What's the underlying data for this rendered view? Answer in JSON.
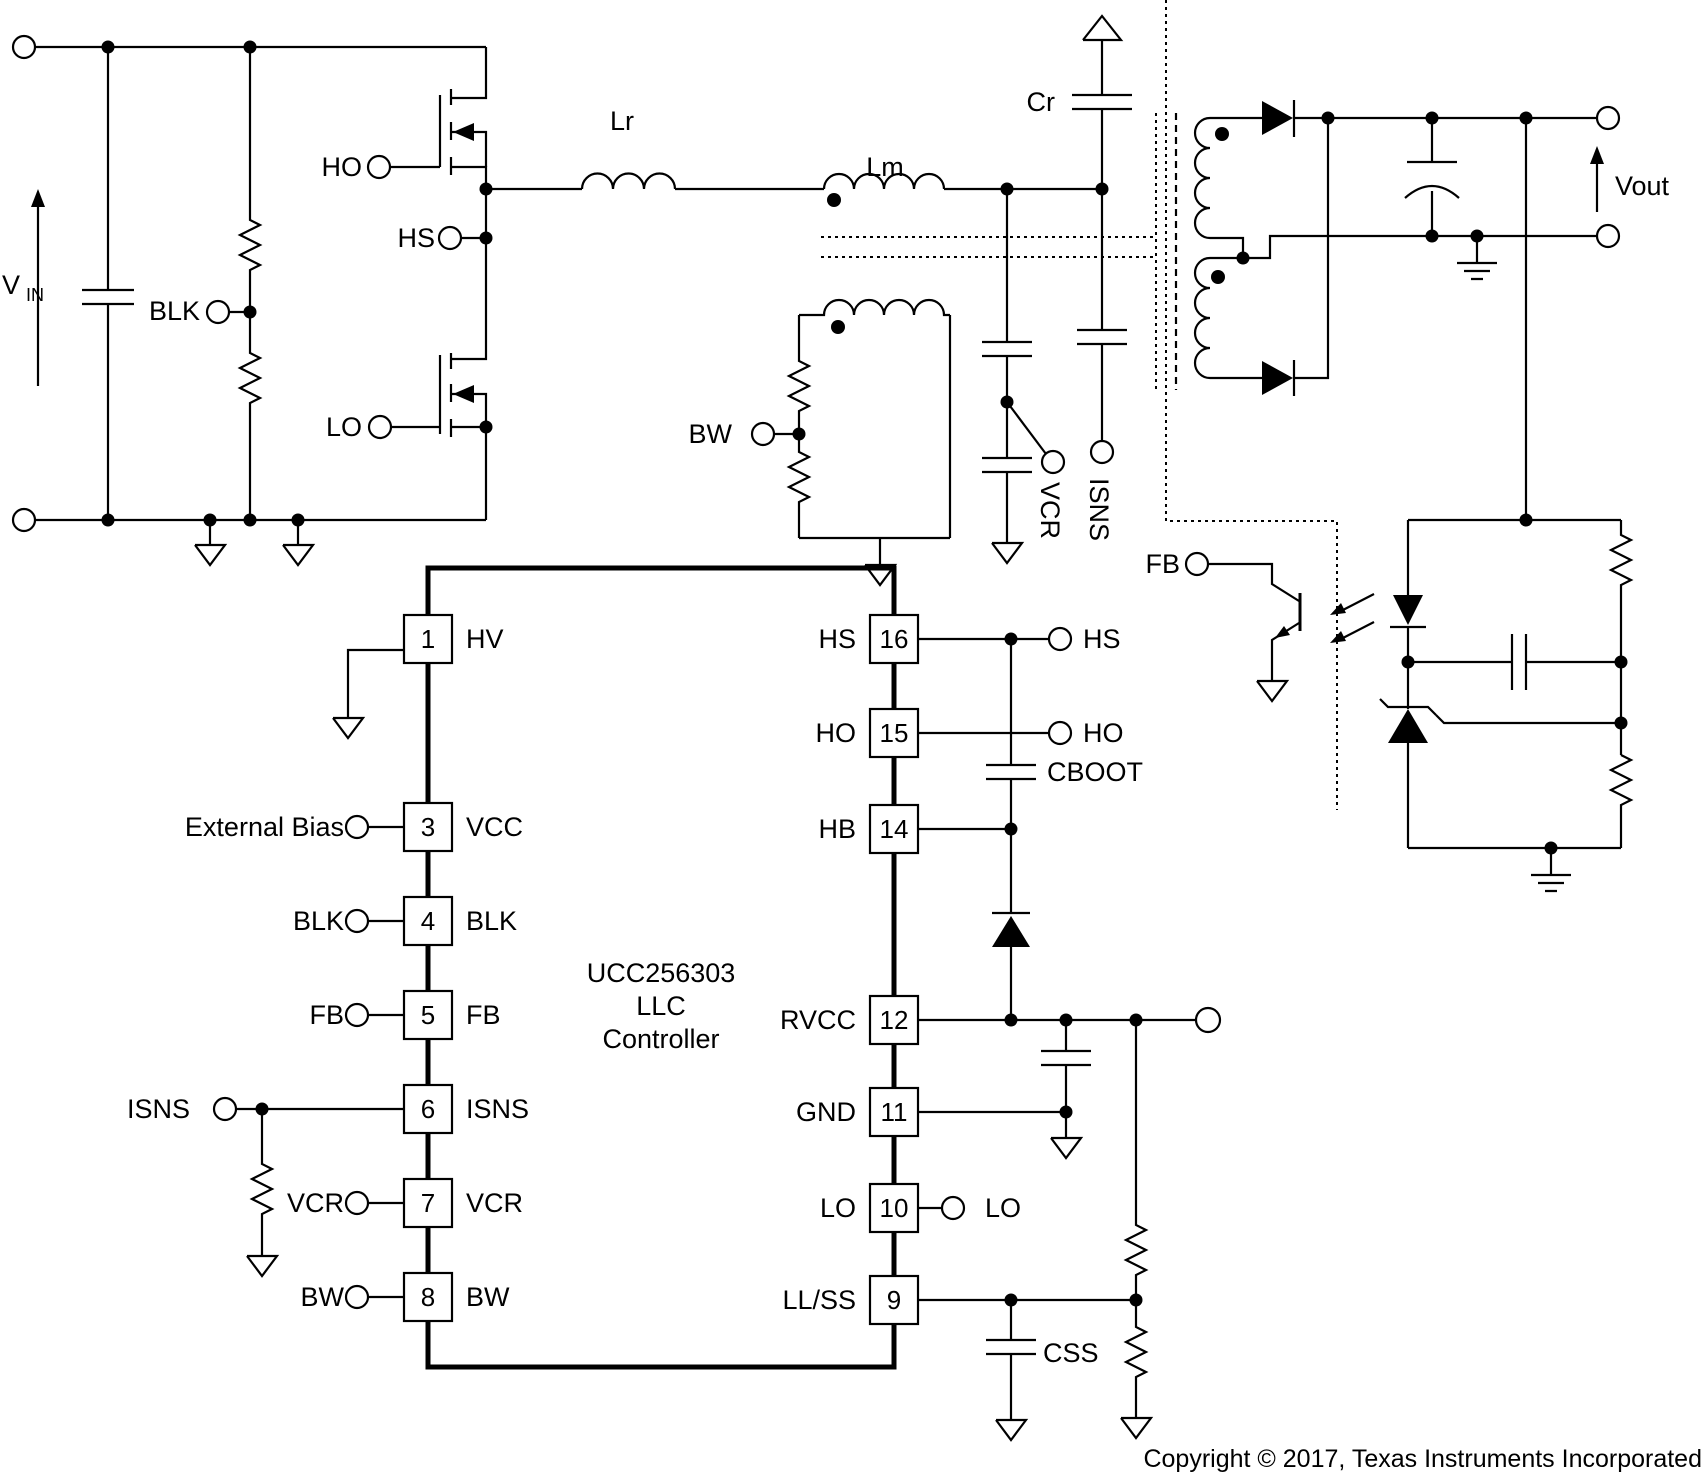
{
  "colors": {
    "line": "#000000",
    "background": "#ffffff"
  },
  "copyright": "Copyright © 2017, Texas Instruments Incorporated",
  "ic": {
    "name_line1": "UCC256303",
    "name_line2": "LLC",
    "name_line3": "Controller",
    "left_pins": [
      {
        "num": "1",
        "name": "HV"
      },
      {
        "num": "3",
        "name": "VCC"
      },
      {
        "num": "4",
        "name": "BLK"
      },
      {
        "num": "5",
        "name": "FB"
      },
      {
        "num": "6",
        "name": "ISNS"
      },
      {
        "num": "7",
        "name": "VCR"
      },
      {
        "num": "8",
        "name": "BW"
      }
    ],
    "right_pins": [
      {
        "num": "16",
        "name": "HS"
      },
      {
        "num": "15",
        "name": "HO"
      },
      {
        "num": "14",
        "name": "HB"
      },
      {
        "num": "12",
        "name": "RVCC"
      },
      {
        "num": "11",
        "name": "GND"
      },
      {
        "num": "10",
        "name": "LO"
      },
      {
        "num": "9",
        "name": "LL/SS"
      }
    ]
  },
  "terminals": {
    "external_bias": "External Bias",
    "blk": "BLK",
    "fb": "FB",
    "isns": "ISNS",
    "vcr": "VCR",
    "bw": "BW",
    "hs": "HS",
    "ho": "HO",
    "lo": "LO"
  },
  "components": {
    "lr": "Lr",
    "lm": "Lm",
    "cr": "Cr",
    "cboot": "CBOOT",
    "css": "CSS"
  },
  "nets": {
    "vin_base": "V",
    "vin_sub": "IN",
    "vout": "Vout"
  }
}
